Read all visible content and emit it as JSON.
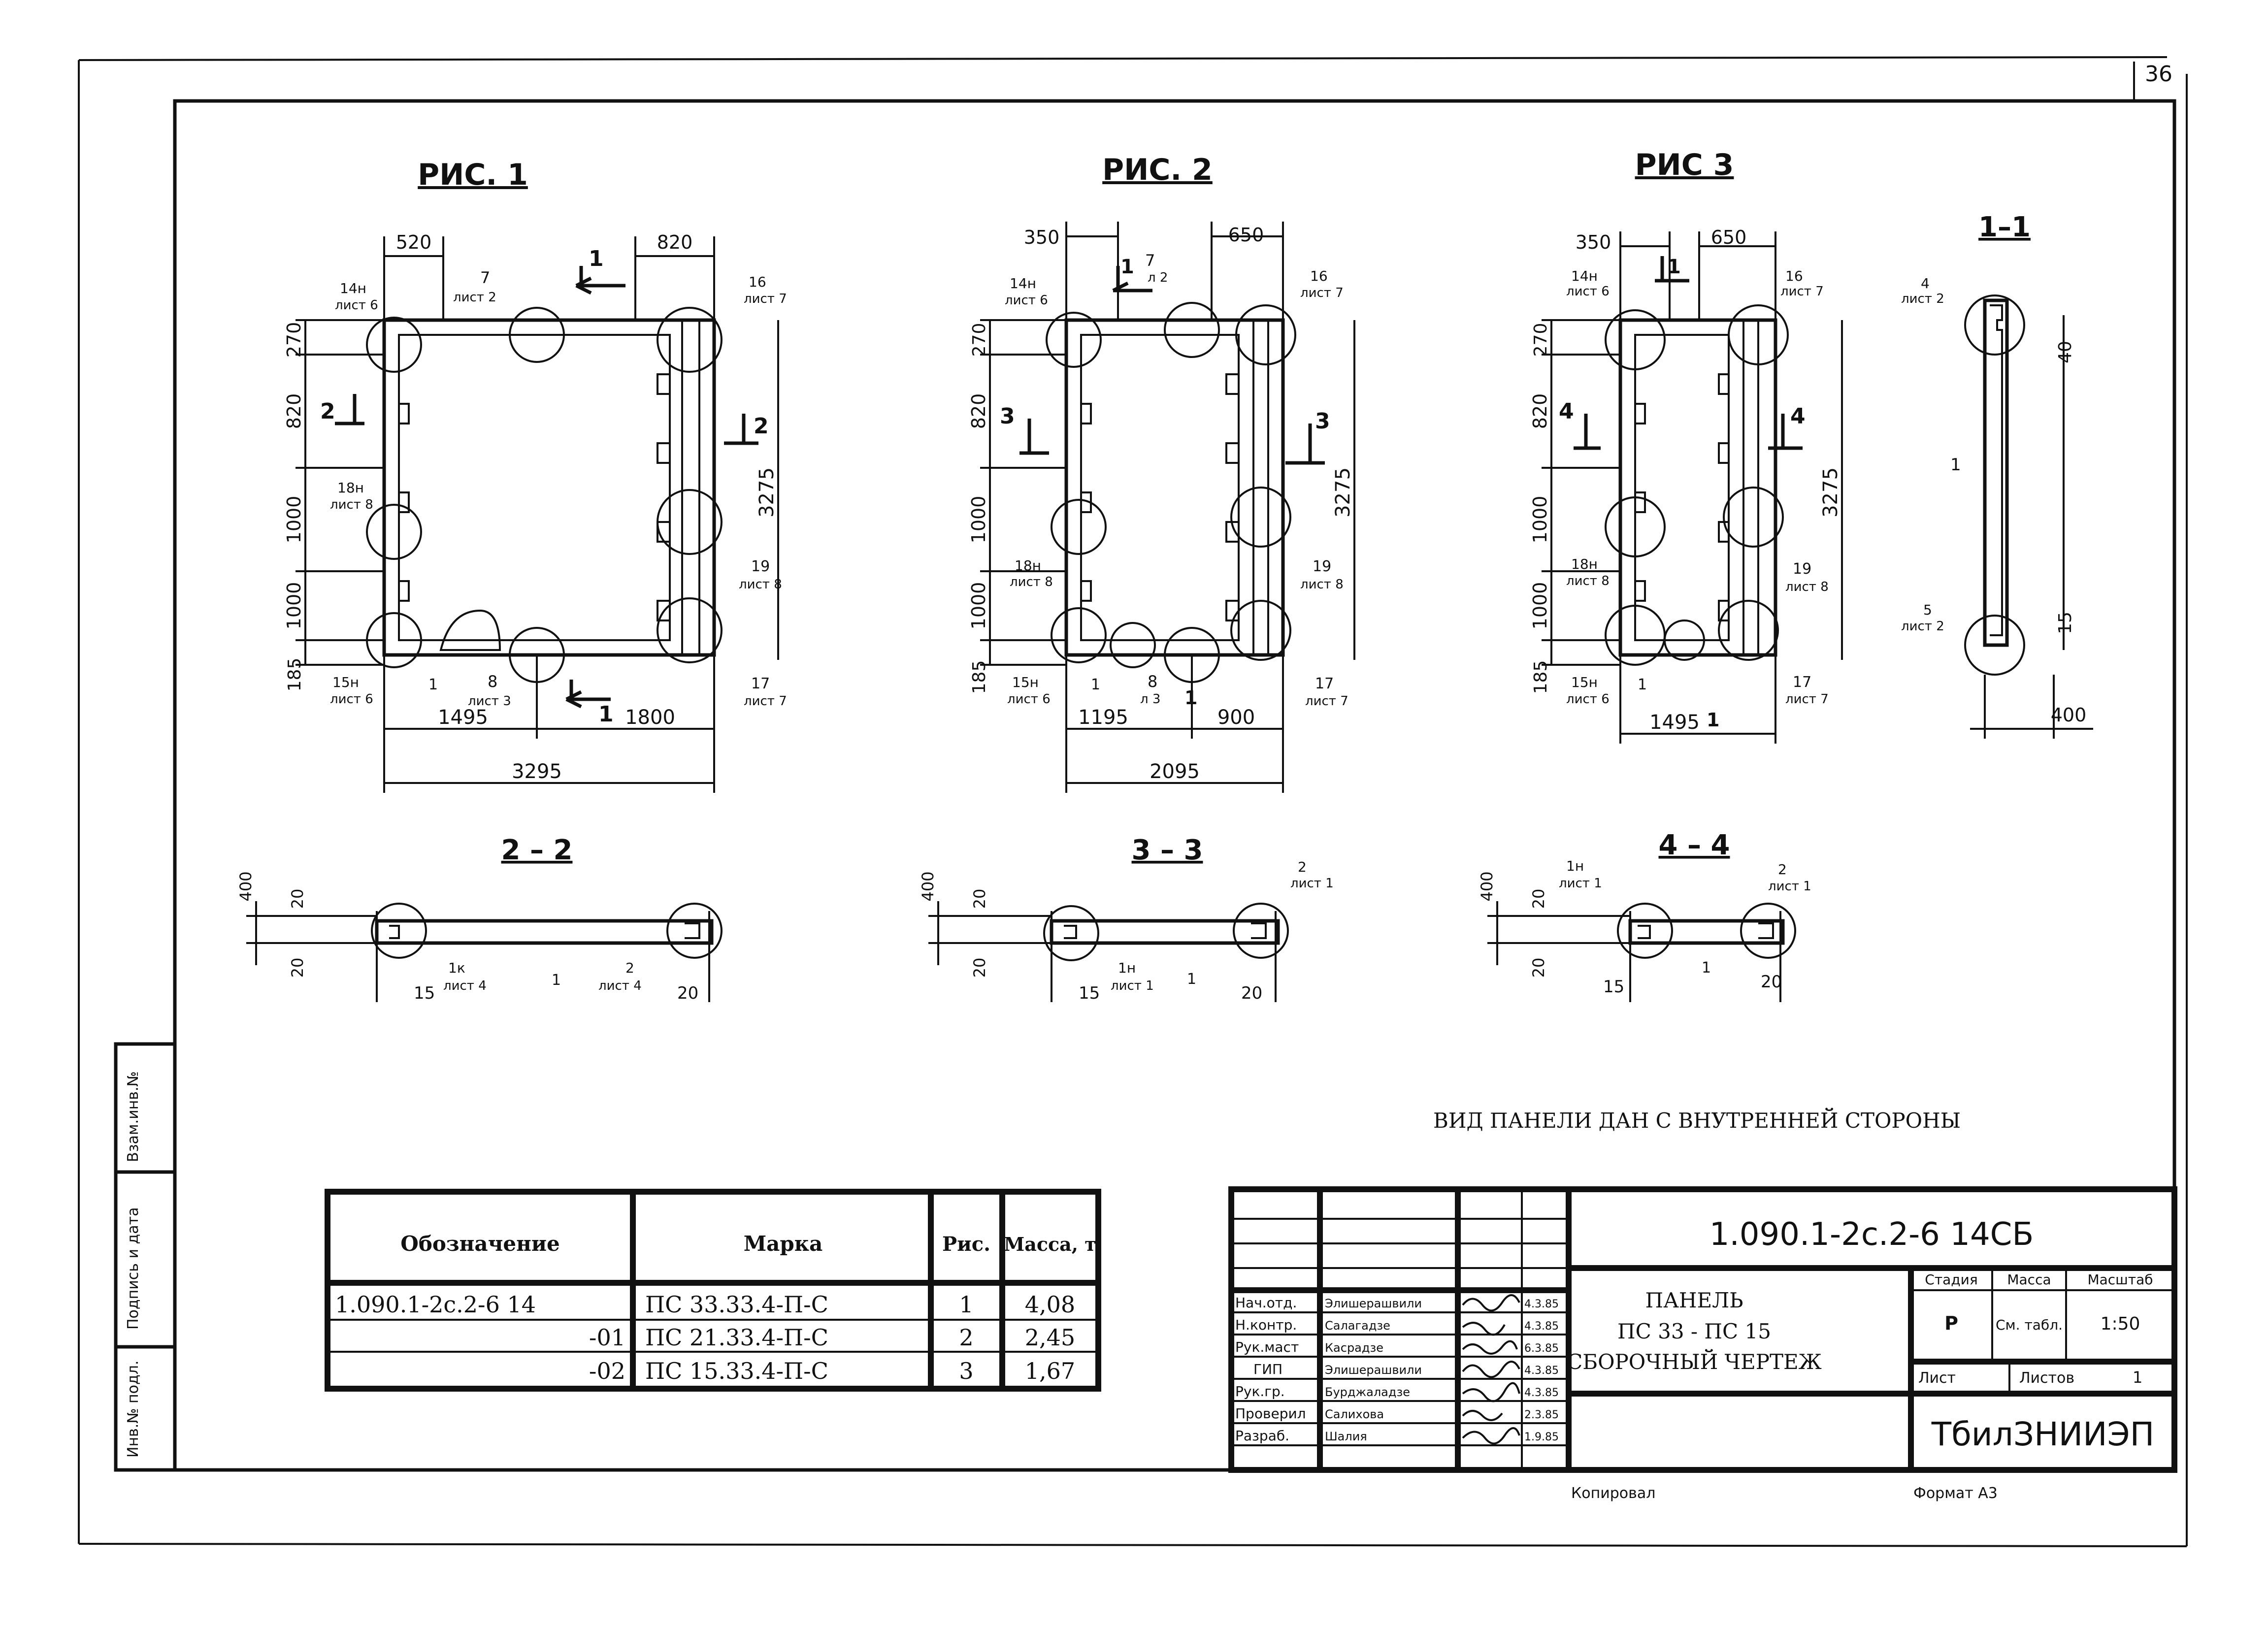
{
  "page_number": "36",
  "figures": {
    "fig1": {
      "title": "РИС. 1",
      "dims": {
        "d520": "520",
        "d820": "820",
        "d270": "270",
        "d820v": "820",
        "d1000a": "1000",
        "d1000b": "1000",
        "d185": "185",
        "d1495": "1495",
        "d1800": "1800",
        "d3295": "3295",
        "d3275": "3275"
      },
      "callouts": {
        "c14": "14н",
        "c14s": "лист 6",
        "c7": "7",
        "c7s": "лист 2",
        "c16": "16",
        "c16s": "лист 7",
        "c18": "18н",
        "c18s": "лист 8",
        "c19": "19",
        "c19s": "лист 8",
        "c15": "15н",
        "c15s": "лист 6",
        "c1": "1",
        "c8": "8",
        "c8s": "лист 3",
        "c17": "17",
        "c17s": "лист 7"
      },
      "cuts": {
        "k1": "1",
        "k1b": "1",
        "k2": "2",
        "k2r": "2"
      }
    },
    "fig2": {
      "title": "РИС. 2",
      "dims": {
        "d350": "350",
        "d650": "650",
        "d270": "270",
        "d820": "820",
        "d1000a": "1000",
        "d1000b": "1000",
        "d185": "185",
        "d1195": "1195",
        "d900": "900",
        "d2095": "2095",
        "d3275": "3275"
      },
      "callouts": {
        "c14": "14н",
        "c14s": "лист 6",
        "c7": "7",
        "c7s": "л 2",
        "c16": "16",
        "c16s": "лист 7",
        "c18": "18н",
        "c18s": "лист 8",
        "c19": "19",
        "c19s": "лист 8",
        "c15": "15н",
        "c15s": "лист 6",
        "c1": "1",
        "c8": "8",
        "c8s": "л 3",
        "c17": "17",
        "c17s": "лист 7"
      },
      "cuts": {
        "k1": "1",
        "k1b": "1",
        "k3": "3",
        "k3r": "3"
      }
    },
    "fig3": {
      "title": "РИС 3",
      "dims": {
        "d350": "350",
        "d650": "650",
        "d270": "270",
        "d820": "820",
        "d1000a": "1000",
        "d1000b": "1000",
        "d185": "185",
        "d1495": "1495",
        "d3275": "3275"
      },
      "callouts": {
        "c14": "14н",
        "c14s": "лист 6",
        "c16": "16",
        "c16s": "лист 7",
        "c18": "18н",
        "c18s": "лист 8",
        "c19": "19",
        "c19s": "лист 8",
        "c15": "15н",
        "c15s": "лист 6",
        "c1": "1",
        "c17": "17",
        "c17s": "лист 7"
      },
      "cuts": {
        "k1": "1",
        "k1b": "1",
        "k4": "4",
        "k4r": "4"
      }
    }
  },
  "sections": {
    "s11": {
      "title": "1–1",
      "c4": "4",
      "c4s": "лист 2",
      "c1": "1",
      "c5": "5",
      "c5s": "лист 2",
      "d40": "40",
      "d15": "15",
      "d400": "400"
    },
    "s22": {
      "title": "2 – 2",
      "d400": "400",
      "d20a": "20",
      "d20b": "20",
      "d15": "15",
      "d20c": "20",
      "c1k": "1к",
      "c1ks": "лист 4",
      "c1": "1",
      "c2": "2",
      "c2s": "лист 4"
    },
    "s33": {
      "title": "3 – 3",
      "d400": "400",
      "d20a": "20",
      "d20b": "20",
      "d15": "15",
      "d20c": "20",
      "c1n": "1н",
      "c1ns": "лист 1",
      "c1": "1",
      "c2": "2",
      "c2s": "лист 1"
    },
    "s44": {
      "title": "4 – 4",
      "d400": "400",
      "d20a": "20",
      "d20b": "20",
      "d15": "15",
      "d20c": "20",
      "c1n": "1н",
      "c1ns": "лист 1",
      "c1": "1",
      "c2": "2",
      "c2s": "лист 1"
    }
  },
  "note": "ВИД ПАНЕЛИ ДАН С ВНУТРЕННЕЙ СТОРОНЫ",
  "spec_table": {
    "headers": [
      "Обозначение",
      "Марка",
      "Рис.",
      "Масса, т"
    ],
    "rows": [
      [
        "1.090.1-2с.2-6 14",
        "ПС 33.33.4-П-С",
        "1",
        "4,08"
      ],
      [
        "-01",
        "ПС 21.33.4-П-С",
        "2",
        "2,45"
      ],
      [
        "-02",
        "ПС 15.33.4-П-С",
        "3",
        "1,67"
      ]
    ]
  },
  "title_block": {
    "code": "1.090.1-2с.2-6 14СБ",
    "name_lines": [
      "ПАНЕЛЬ",
      "ПС 33 - ПС 15",
      "СБОРОЧНЫЙ ЧЕРТЕЖ"
    ],
    "roles": [
      {
        "role": "Нач.отд.",
        "name": "Элишерашвили",
        "date": "4.3.85"
      },
      {
        "role": "Н.контр.",
        "name": "Салагадзе",
        "date": "4.3.85"
      },
      {
        "role": "Рук.маст",
        "name": "Касрадзе",
        "date": "6.3.85"
      },
      {
        "role": "ГИП",
        "name": "Элишерашвили",
        "date": "4.3.85"
      },
      {
        "role": "Рук.гр.",
        "name": "Бурджаладзе",
        "date": "4.3.85"
      },
      {
        "role": "Проверил",
        "name": "Салихова",
        "date": "2.3.85"
      },
      {
        "role": "Разраб.",
        "name": "Шалия",
        "date": "1.9.85"
      }
    ],
    "stage_label": "Стадия",
    "stage": "Р",
    "mass_label": "Масса",
    "mass": "См. табл.",
    "scale_label": "Масштаб",
    "scale": "1:50",
    "sheet_label": "Лист",
    "sheets_label": "Листов",
    "sheets": "1",
    "org": "ТбилЗНИИЭП"
  },
  "side_stamp": [
    "Инв.№ подл.",
    "Подпись и дата",
    "Взам.инв.№"
  ],
  "footer": {
    "copied": "Копировал",
    "format": "Формат А3"
  }
}
